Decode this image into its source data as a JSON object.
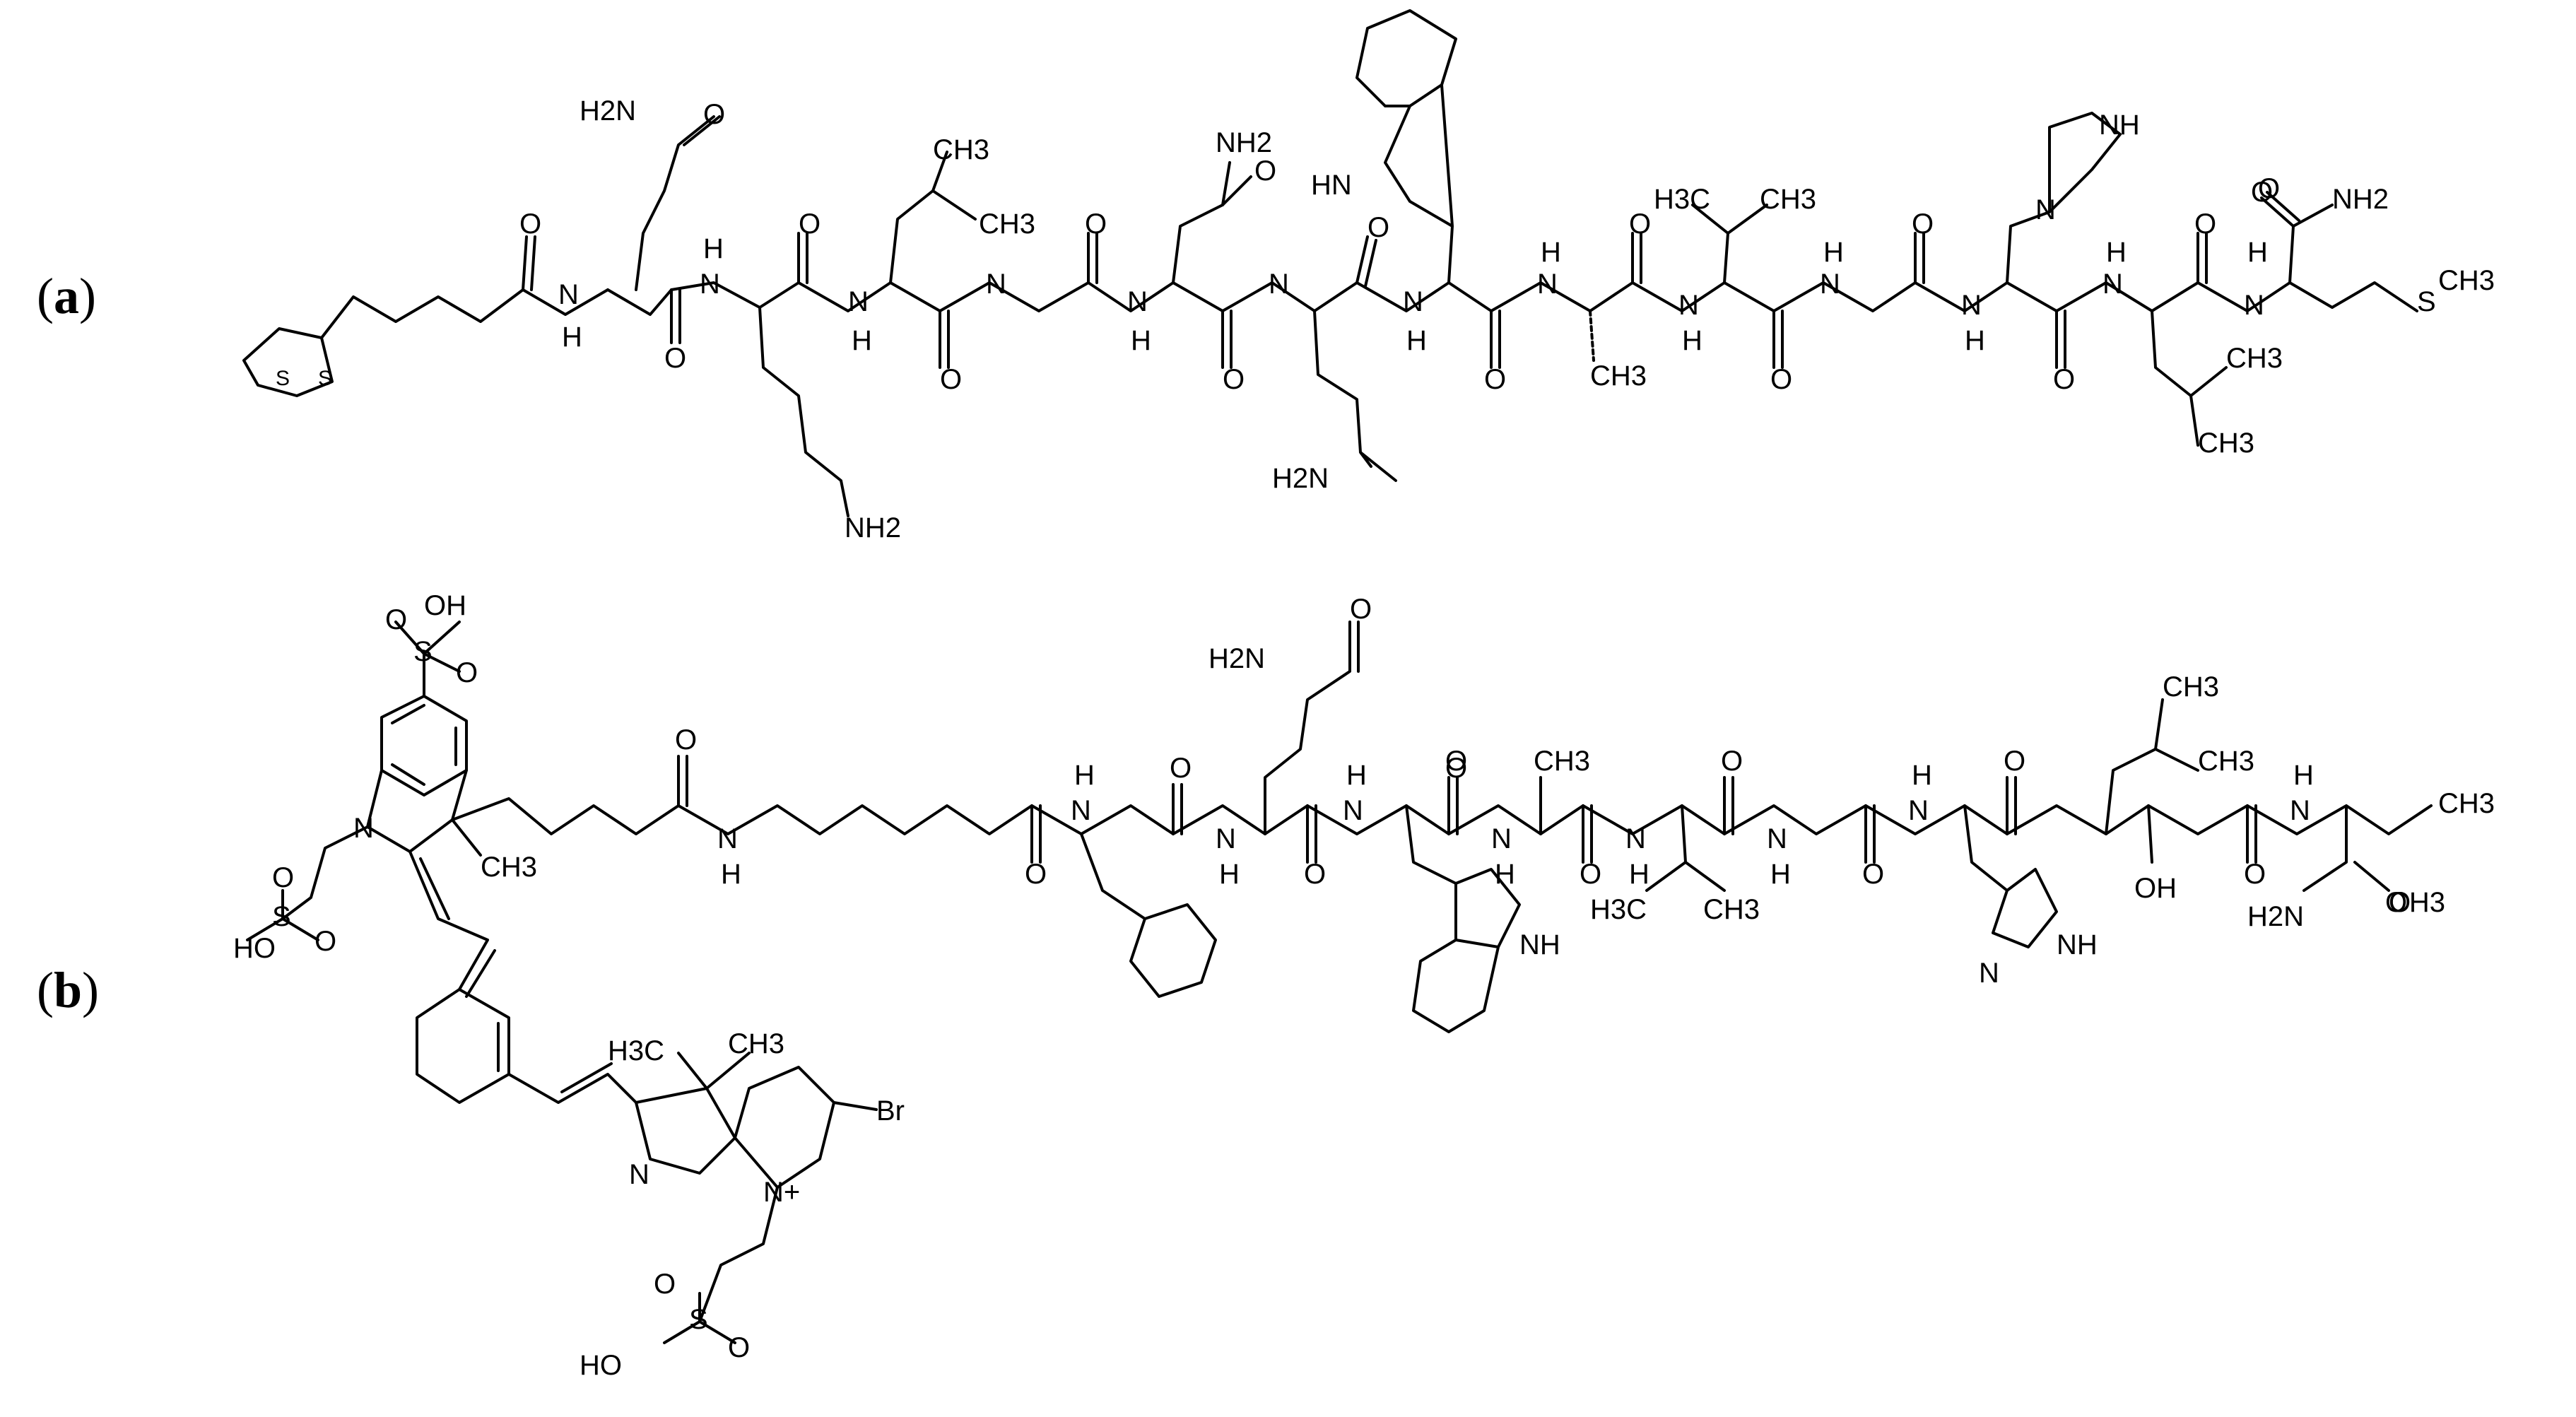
{
  "figure": {
    "panel_a_label": "a",
    "panel_b_label": "b"
  },
  "structure_a": {
    "labels": [
      "H2N",
      "O",
      "N",
      "H",
      "O",
      "S",
      "S",
      "H",
      "N",
      "O",
      "NH2",
      "CH3",
      "CH3",
      "N",
      "H",
      "O",
      "N",
      "O",
      "NH2",
      "O",
      "N",
      "H",
      "O",
      "N",
      "O",
      "O",
      "H2N",
      "HN",
      "N",
      "H",
      "O",
      "N",
      "H",
      "O",
      "CH3",
      "H3C",
      "CH3",
      "N",
      "H",
      "O",
      "N",
      "O",
      "H",
      "NH",
      "N",
      "N",
      "H",
      "O",
      "O",
      "N",
      "H",
      "O",
      "CH3",
      "CH3",
      "O",
      "NH2",
      "N",
      "H",
      "S",
      "CH3"
    ]
  },
  "structure_b": {
    "labels": [
      "OH",
      "S",
      "O",
      "O",
      "N",
      "CH3",
      "HO",
      "S",
      "O",
      "O",
      "H3C",
      "CH3",
      "N",
      "N+",
      "Br",
      "HO",
      "S",
      "O",
      "O",
      "O",
      "N",
      "H",
      "O",
      "H",
      "N",
      "O",
      "H2N",
      "O",
      "N",
      "H",
      "O",
      "H",
      "N",
      "O",
      "NH",
      "O",
      "CH3",
      "N",
      "H",
      "O",
      "N",
      "H",
      "O",
      "H3C",
      "CH3",
      "N",
      "H",
      "O",
      "H",
      "N",
      "NH",
      "N",
      "O",
      "CH3",
      "CH3",
      "OH",
      "O",
      "H",
      "N",
      "O",
      "H2N",
      "O",
      "CH3",
      "CH3"
    ]
  }
}
